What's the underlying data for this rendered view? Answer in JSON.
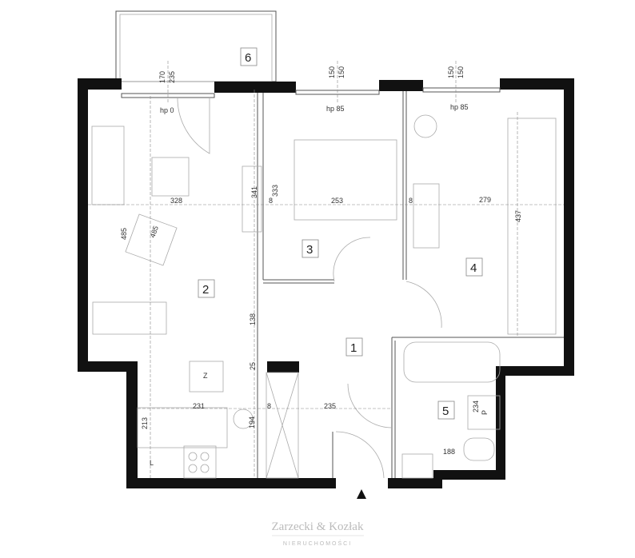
{
  "rooms": {
    "r1": "1",
    "r2": "2",
    "r3": "3",
    "r4": "4",
    "r5": "5",
    "r6": "6"
  },
  "dimensions": {
    "d170": "170",
    "d235a": "235",
    "d150a": "150",
    "d150b": "150",
    "d150c": "150",
    "d150d": "150",
    "hp0": "hp 0",
    "hp85a": "hp 85",
    "hp85b": "hp 85",
    "d328": "328",
    "d341": "341",
    "d333": "333",
    "d8a": "8",
    "d253": "253",
    "d8b": "8",
    "d279": "279",
    "d485a": "485",
    "d485b": "485",
    "d437": "437",
    "d138": "138",
    "d25": "25",
    "d231": "231",
    "d213": "213",
    "d8c": "8",
    "d235b": "235",
    "d194": "194",
    "d234": "234",
    "d188": "188"
  },
  "fixtures": {
    "fridge": "Z",
    "washer": "P",
    "cabinet": "L"
  },
  "logo": {
    "name": "Zarzecki & Kozłak",
    "sub": "NIERUCHOMOŚCI"
  }
}
